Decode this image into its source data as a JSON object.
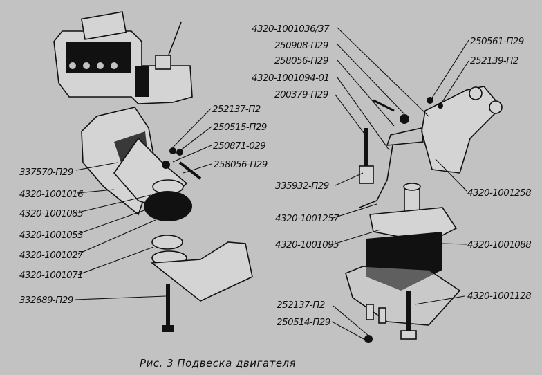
{
  "left_assembly": {
    "labels": [
      "252137-П2",
      "250515-П29",
      "250871-029",
      "258056-П29",
      "337570-П29",
      "4320-1001016",
      "4320-1001085",
      "4320-1001053",
      "4320-1001027",
      "4320-1001071",
      "332689-П29"
    ]
  },
  "right_assembly": {
    "labels": [
      "4320-1001036/37",
      "250908-П29",
      "258056-П29",
      "4320-1001094-01",
      "200379-П29",
      "250561-П29",
      "252139-П2",
      "335932-П29",
      "4320-1001258",
      "4320-1001257",
      "4320-1001095",
      "4320-1001088",
      "4320-1001128",
      "252137-П2",
      "250514-П29"
    ]
  },
  "caption": "Рис. 3 Подвеска двигателя",
  "colors": {
    "background": "#c2c2c2",
    "ink": "#111111"
  }
}
